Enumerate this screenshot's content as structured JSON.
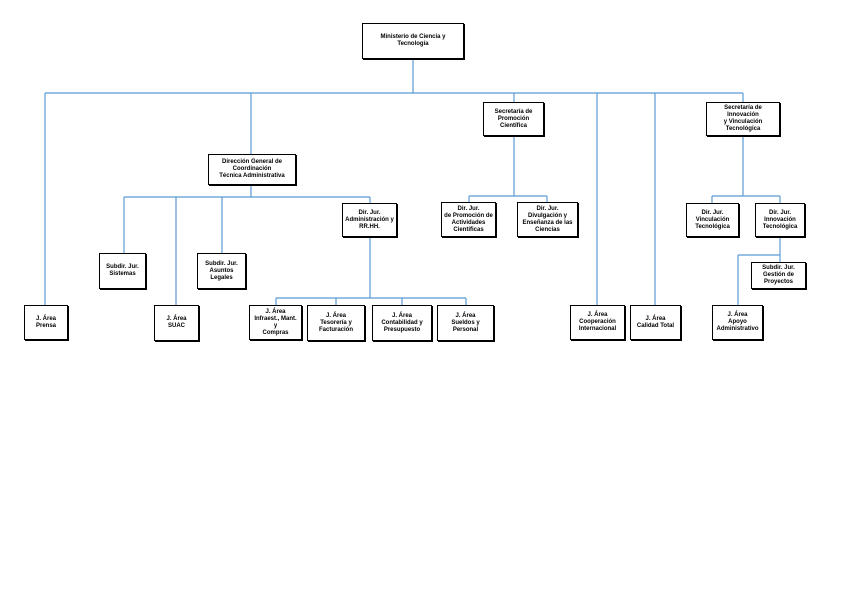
{
  "org_chart": {
    "line_color": "#5b9bd5",
    "nodes": {
      "ministerio": "Ministerio de Ciencia y Tecnología",
      "jarea_prensa": "J. Área\nPrensa",
      "direccion_general": "Dirección General de\nCoordinación\nTécnica Administrativa",
      "secretaria_promocion": "Secretaría de\nPromoción\nCientífica",
      "secretaria_innovacion": "Secretaría de Innovación\ny Vinculación Tecnológica",
      "subdir_sistemas": "Subdir. Jur.\nSistemas",
      "jarea_suac": "J. Área\nSUAC",
      "subdir_asuntos_legales": "Subdir. Jur.\nAsuntos Legales",
      "dir_admin_rrhh": "Dir. Jur.\nAdministración y\nRR.HH.",
      "jarea_infraest": "J. Área\nInfraest., Mant. y\nCompras",
      "jarea_tesoreria": "J. Área\nTesorería y\nFacturación",
      "jarea_contabilidad": "J. Área\nContabilidad y\nPresupuesto",
      "jarea_sueldos": "J. Área\nSueldos y Personal",
      "dir_promocion_actividades": "Dir. Jur.\nde Promoción de\nActividades\nCientíficas",
      "dir_divulgacion": "Dir. Jur.\nDivulgación y\nEnseñanza de las\nCiencias",
      "jarea_cooperacion": "J. Área\nCooperación\nInternacional",
      "jarea_calidad": "J. Área\nCalidad Total",
      "dir_vinculacion": "Dir. Jur.\nVinculación\nTecnológica",
      "dir_innovacion": "Dir. Jur.\nInnovación\nTecnológica",
      "subdir_gestion_proyectos": "Subdir. Jur.\nGestión de\nProyectos",
      "jarea_apoyo": "J. Área\nApoyo\nAdministrativo"
    }
  }
}
